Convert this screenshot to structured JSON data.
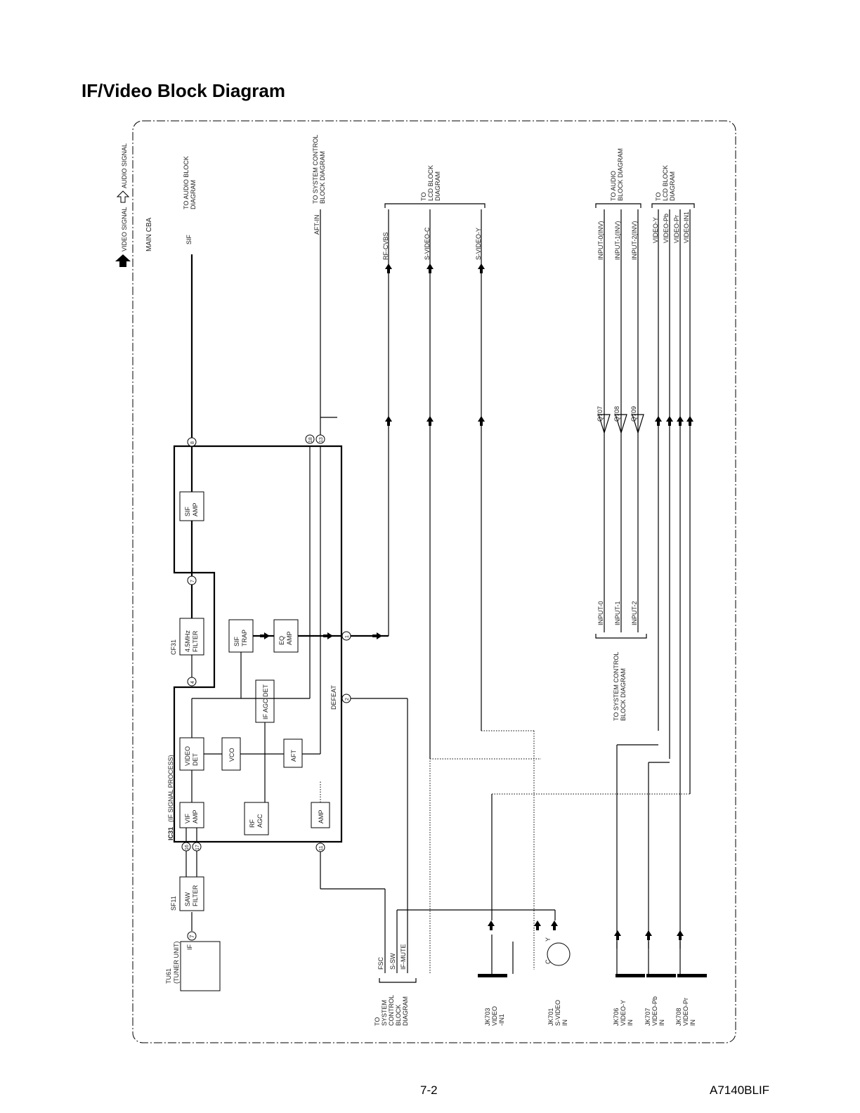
{
  "title": "IF/Video Block Diagram",
  "footer": {
    "page": "7-2",
    "code": "A7140BLIF"
  },
  "legend": {
    "video": "VIDEO SIGNAL",
    "audio": "AUDIO SIGNAL"
  },
  "board": "MAIN CBA",
  "ic": {
    "name": "IC31",
    "desc": "(IF SIGNAL PROCESS)"
  },
  "blocks": {
    "tuner": [
      "TU61",
      "(TUNER UNIT)"
    ],
    "tuner_if": "IF",
    "sf11": "SF11",
    "saw": [
      "SAW",
      "FILTER"
    ],
    "cf31": "CF31",
    "filter45": [
      "4.5MHz",
      "FILTER"
    ],
    "vif": [
      "VIF",
      "AMP"
    ],
    "vdet": [
      "VIDEO",
      "DET"
    ],
    "vco": "VCO",
    "rfagc": [
      "RF",
      "AGC"
    ],
    "ifagc": "IF AGC DET",
    "aft": "AFT",
    "amp": "AMP",
    "siftrap": [
      "SIF",
      "TRAP"
    ],
    "eqamp": [
      "EQ",
      "AMP"
    ],
    "sifamp": [
      "SIF",
      "AMP"
    ],
    "defeat": "DEFEAT"
  },
  "pins": [
    "16",
    "17",
    "4",
    "7",
    "8",
    "18",
    "13",
    "1",
    "2",
    "11",
    "7"
  ],
  "signals": {
    "sif": "SIF",
    "aftin": "AFT-IN",
    "rfcvbs": "RF-CVBS",
    "svc": "S-VIDEO-C",
    "svy": "S-VIDEO-Y",
    "fsc": "FSC",
    "ssw": "S-SW",
    "ifmute": "IF-MUTE",
    "input0": "INPUT-0",
    "input1": "INPUT-1",
    "input2": "INPUT-2",
    "in0inv": "INPUT-0(INV)",
    "in1inv": "INPUT-1(INV)",
    "in2inv": "INPUT-2(INV)",
    "vy": "VIDEO-Y",
    "vpb": "VIDEO-Pb",
    "vpr": "VIDEO-Pr",
    "vin1": "VIDEO-IN1",
    "q707": "Q707",
    "q708": "Q708",
    "q709": "Q709"
  },
  "destinations": {
    "audio1": [
      "TO AUDIO BLOCK",
      "DIAGRAM"
    ],
    "sysctl1": [
      "TO SYSTEM CONTROL",
      "BLOCK DIAGRAM"
    ],
    "lcd1": [
      "TO",
      "LCD BLOCK",
      "DIAGRAM"
    ],
    "audio2": [
      "TO AUDIO",
      "BLOCK DIAGRAM"
    ],
    "lcd2": [
      "TO",
      "LCD BLOCK",
      "DIAGRAM"
    ],
    "sysctl2": [
      "TO SYSTEM CONTROL",
      "BLOCK DIAGRAM"
    ],
    "sysctl3": [
      "TO",
      "SYSTEM",
      "CONTROL",
      "BLOCK",
      "DIAGRAM"
    ]
  },
  "jacks": {
    "jk703": [
      "JK703",
      "VIDEO",
      "-IN1"
    ],
    "jk701": [
      "JK701",
      "S-VIDEO",
      "IN"
    ],
    "jk706": [
      "JK706",
      "VIDEO-Y",
      "IN"
    ],
    "jk707": [
      "JK707",
      "VIDEO-Pb",
      "IN"
    ],
    "jk708": [
      "JK708",
      "VIDEO-Pr",
      "IN"
    ],
    "cy": [
      "C",
      "Y"
    ]
  }
}
